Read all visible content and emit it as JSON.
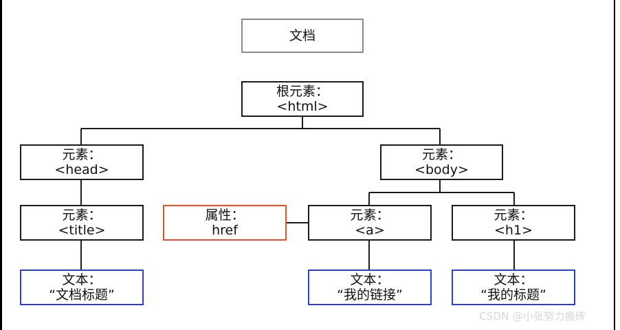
{
  "nodes": {
    "document": {
      "line1": "文档"
    },
    "root": {
      "line1": "根元素：",
      "line2": "<html>"
    },
    "head": {
      "line1": "元素：",
      "line2": "<head>"
    },
    "body": {
      "line1": "元素：",
      "line2": "<body>"
    },
    "title": {
      "line1": "元素：",
      "line2": "<title>"
    },
    "attr_href": {
      "line1": "属性：",
      "line2": "href"
    },
    "a": {
      "line1": "元素：",
      "line2": "<a>"
    },
    "h1": {
      "line1": "元素：",
      "line2": "<h1>"
    },
    "text_title": {
      "line1": "文本：",
      "line2": "“文档标题”"
    },
    "text_link": {
      "line1": "文本：",
      "line2": "“我的链接”"
    },
    "text_heading": {
      "line1": "文本：",
      "line2": "“我的标题”"
    }
  },
  "colors": {
    "document_border": "#8a8a8a",
    "element_border": "#1a1a1a",
    "attribute_border": "#d9542a",
    "text_border": "#2f3fc4"
  },
  "watermark": "CSDN @小张努力搬砖"
}
